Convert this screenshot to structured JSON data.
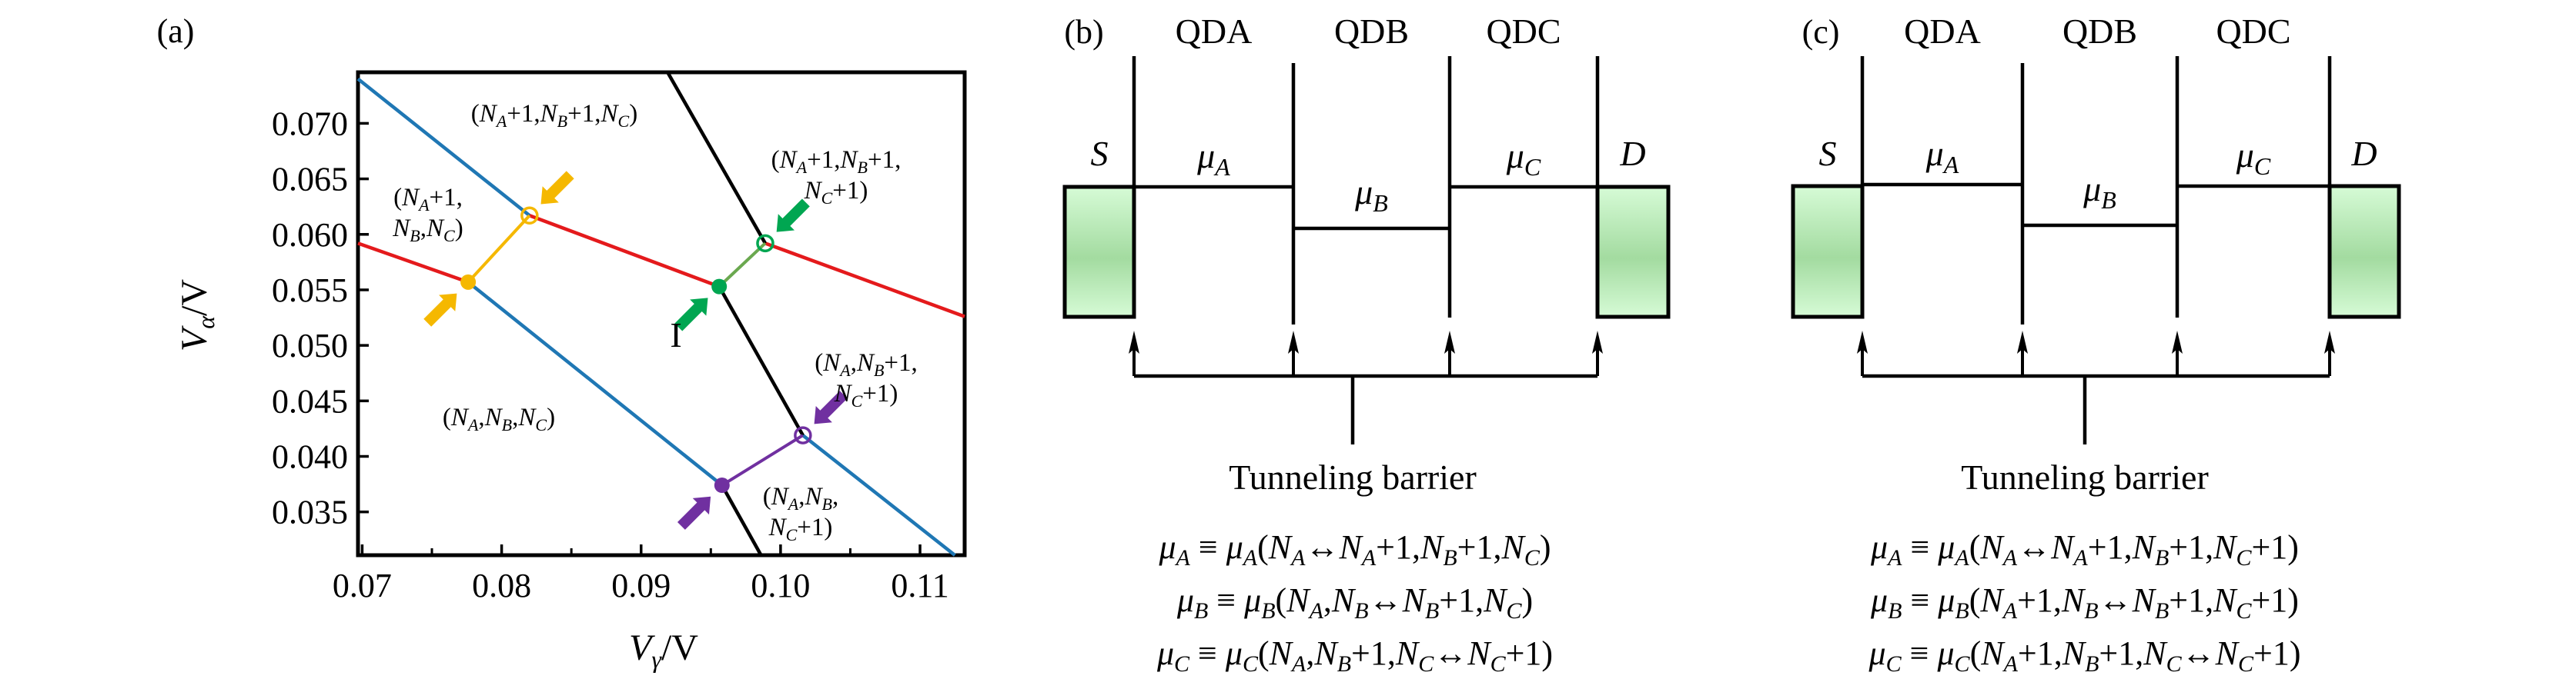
{
  "figure": {
    "panel_a": {
      "label": "(a)",
      "xlabel_main": "V",
      "xlabel_sub": "γ",
      "xlabel_unit": "/V",
      "ylabel_main": "V",
      "ylabel_sub": "α",
      "ylabel_unit": "/V",
      "marker_I": "I",
      "state_labels": {
        "s_ab": "(Nₐ+1,Nᵦ+1,Nᶜ)",
        "s_ab_text": [
          "(N",
          "A",
          "+1,N",
          "B",
          "+1,N",
          "C",
          ")"
        ],
        "s_a_line1": [
          "(N",
          "A",
          "+1,"
        ],
        "s_a_line2": [
          "N",
          "B",
          ",N",
          "C",
          ")"
        ],
        "s_abc_line1": [
          "(N",
          "A",
          "+1,N",
          "B",
          "+1,"
        ],
        "s_abc_line2": [
          "N",
          "C",
          "+1)"
        ],
        "s_0": [
          "(N",
          "A",
          ",N",
          "B",
          ",N",
          "C",
          ")"
        ],
        "s_bc_line1": [
          "(N",
          "A",
          ",N",
          "B",
          "+1,"
        ],
        "s_bc_line2": [
          "N",
          "C",
          "+1)"
        ],
        "s_c_line1": [
          "(N",
          "A",
          ",N",
          "B",
          ","
        ],
        "s_c_line2": [
          "N",
          "C",
          "+1)"
        ]
      }
    },
    "panel_b": {
      "label": "(b)",
      "dots": [
        "QDA",
        "QDB",
        "QDC"
      ],
      "source": "S",
      "drain": "𝒟",
      "mu_A": [
        "μ",
        "A"
      ],
      "mu_B": [
        "μ",
        "B"
      ],
      "mu_C": [
        "μ",
        "C"
      ],
      "barrier_label": "Tunneling barrier",
      "equations": [
        {
          "lhs": [
            "μ",
            "A"
          ],
          "rhs": [
            "μ",
            "A",
            "(N",
            "A",
            "↔N",
            "A",
            "+1,N",
            "B",
            "+1,N",
            "C",
            ")"
          ]
        },
        {
          "lhs": [
            "μ",
            "B"
          ],
          "rhs": [
            "μ",
            "B",
            "(N",
            "A",
            ",N",
            "B",
            "↔N",
            "B",
            "+1,N",
            "C",
            ")"
          ]
        },
        {
          "lhs": [
            "μ",
            "C"
          ],
          "rhs": [
            "μ",
            "C",
            "(N",
            "A",
            ",N",
            "B",
            "+1,N",
            "C",
            "↔N",
            "C",
            "+1)"
          ]
        }
      ],
      "level_offsets": {
        "mu_A": 0,
        "mu_B": -1,
        "mu_C": 0
      }
    },
    "panel_c": {
      "label": "(c)",
      "dots": [
        "QDA",
        "QDB",
        "QDC"
      ],
      "source": "S",
      "drain": "𝒟",
      "mu_A": [
        "μ",
        "A"
      ],
      "mu_B": [
        "μ",
        "B"
      ],
      "mu_C": [
        "μ",
        "C"
      ],
      "barrier_label": "Tunneling barrier",
      "equations": [
        {
          "lhs": [
            "μ",
            "A"
          ],
          "rhs": [
            "μ",
            "A",
            "(N",
            "A",
            "↔N",
            "A",
            "+1,N",
            "B",
            "+1,N",
            "C",
            "+1)"
          ]
        },
        {
          "lhs": [
            "μ",
            "B"
          ],
          "rhs": [
            "μ",
            "B",
            "(N",
            "A",
            "+1,N",
            "B",
            "↔N",
            "B",
            "+1,N",
            "C",
            "+1)"
          ]
        },
        {
          "lhs": [
            "μ",
            "C"
          ],
          "rhs": [
            "μ",
            "C",
            "(N",
            "A",
            "+1,N",
            "B",
            "+1,N",
            "C",
            "↔N",
            "C",
            "+1)"
          ]
        }
      ],
      "equiv": "≡"
    },
    "equiv": "≡"
  },
  "colors": {
    "blue": "#1f77b4",
    "red": "#e41a1c",
    "black": "#000000",
    "yellow": "#f5b800",
    "green": "#00a651",
    "green_link": "#6aa84f",
    "purple": "#7030a0",
    "lead_light": "#d6fbd6",
    "lead_dark": "#a3dba0"
  },
  "chart_data": {
    "type": "line",
    "title": "",
    "xlabel": "Vγ/V",
    "ylabel": "Vα/V",
    "xlim": [
      0.0697,
      0.1132
    ],
    "ylim": [
      0.0311,
      0.0746
    ],
    "xticks": [
      0.07,
      0.08,
      0.09,
      0.1,
      0.11
    ],
    "xtick_labels": [
      "0.07",
      "0.08",
      "0.09",
      "0.10",
      "0.11"
    ],
    "xminor": [
      0.075,
      0.085,
      0.095,
      0.105
    ],
    "yticks": [
      0.035,
      0.04,
      0.045,
      0.05,
      0.055,
      0.06,
      0.065,
      0.07
    ],
    "ytick_labels": [
      "0.035",
      "0.040",
      "0.045",
      "0.050",
      "0.055",
      "0.060",
      "0.065",
      "0.070"
    ],
    "grid": false,
    "series": [
      {
        "name": "blue-boundary-upper",
        "color": "blue",
        "x": [
          0.0697,
          0.082
        ],
        "y": [
          0.074,
          0.0617
        ]
      },
      {
        "name": "blue-boundary-middle",
        "color": "blue",
        "x": [
          0.0776,
          0.0958
        ],
        "y": [
          0.0557,
          0.0374
        ]
      },
      {
        "name": "blue-boundary-lower",
        "color": "blue",
        "x": [
          0.1016,
          0.1125
        ],
        "y": [
          0.0419,
          0.0311
        ]
      },
      {
        "name": "red-boundary-left",
        "color": "red",
        "x": [
          0.0697,
          0.0776
        ],
        "y": [
          0.0592,
          0.0557
        ]
      },
      {
        "name": "red-boundary-middle",
        "color": "red",
        "x": [
          0.082,
          0.0956
        ],
        "y": [
          0.0617,
          0.0553
        ]
      },
      {
        "name": "red-boundary-right",
        "color": "red",
        "x": [
          0.0989,
          0.1132
        ],
        "y": [
          0.0592,
          0.0526
        ]
      },
      {
        "name": "black-boundary-upper",
        "color": "black",
        "x": [
          0.0919,
          0.0989
        ],
        "y": [
          0.0746,
          0.0592
        ]
      },
      {
        "name": "black-boundary-middle",
        "color": "black",
        "x": [
          0.0956,
          0.1016
        ],
        "y": [
          0.0553,
          0.0419
        ]
      },
      {
        "name": "black-boundary-lower",
        "color": "black",
        "x": [
          0.0958,
          0.0986
        ],
        "y": [
          0.0374,
          0.0311
        ]
      },
      {
        "name": "yellow-link",
        "color": "yellow",
        "x": [
          0.0776,
          0.082
        ],
        "y": [
          0.0557,
          0.0617
        ]
      },
      {
        "name": "green-link",
        "color": "green_link",
        "x": [
          0.0956,
          0.0989
        ],
        "y": [
          0.0553,
          0.0592
        ]
      },
      {
        "name": "purple-link",
        "color": "purple",
        "x": [
          0.0958,
          0.1016
        ],
        "y": [
          0.0374,
          0.0419
        ]
      }
    ],
    "triple_points": [
      {
        "name": "yellow-filled",
        "color": "yellow",
        "x": 0.0776,
        "y": 0.0557,
        "filled": true,
        "arrow": "from-lower-left"
      },
      {
        "name": "yellow-open",
        "color": "yellow",
        "x": 0.082,
        "y": 0.0617,
        "filled": false,
        "arrow": "from-upper-right"
      },
      {
        "name": "green-filled",
        "color": "green",
        "x": 0.0956,
        "y": 0.0553,
        "filled": true,
        "arrow": "from-lower-left"
      },
      {
        "name": "green-open",
        "color": "green",
        "x": 0.0989,
        "y": 0.0592,
        "filled": false,
        "arrow": "from-upper-right"
      },
      {
        "name": "purple-filled",
        "color": "purple",
        "x": 0.0958,
        "y": 0.0374,
        "filled": true,
        "arrow": "from-lower-left"
      },
      {
        "name": "purple-open",
        "color": "purple",
        "x": 0.1016,
        "y": 0.0419,
        "filled": false,
        "arrow": "from-upper-right"
      }
    ],
    "annotations": [
      {
        "text": "(NA+1,NB+1,NC)",
        "x": 0.085,
        "y": 0.0712
      },
      {
        "text": "(NA+1, NB,NC)",
        "x": 0.0755,
        "y": 0.0622
      },
      {
        "text": "(NA+1,NB+1, NC+1)",
        "x": 0.103,
        "y": 0.0652
      },
      {
        "text": "(NA,NB,NC)",
        "x": 0.0793,
        "y": 0.0447
      },
      {
        "text": "(NA,NB+1, NC+1)",
        "x": 0.1051,
        "y": 0.049
      },
      {
        "text": "(NA,NB, NC+1)",
        "x": 0.1003,
        "y": 0.035
      },
      {
        "text": "I",
        "x": 0.0923,
        "y": 0.0514
      }
    ]
  }
}
